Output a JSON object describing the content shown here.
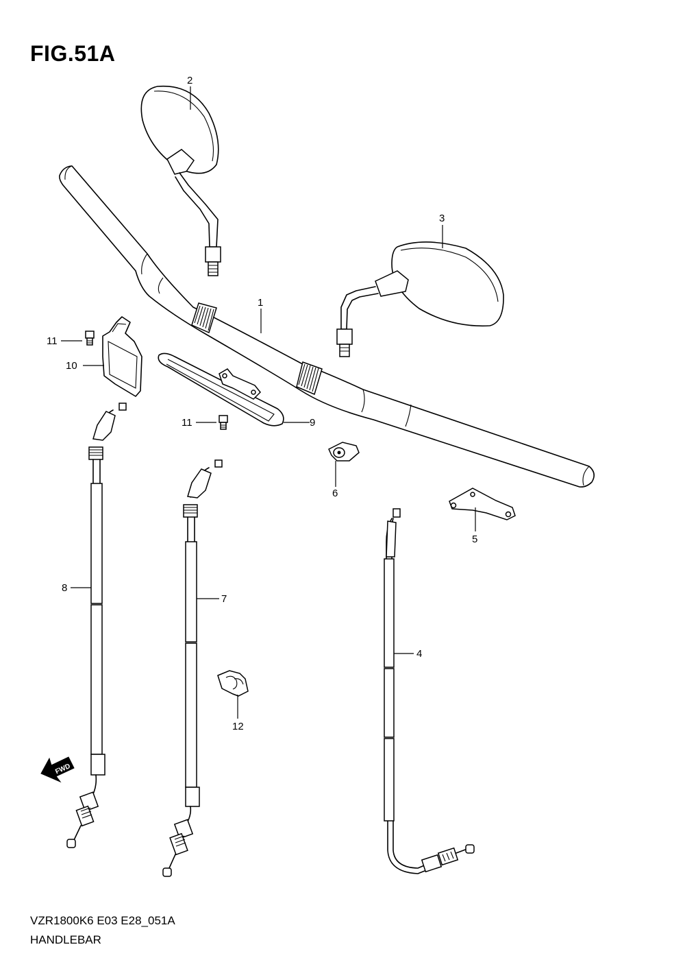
{
  "figure": {
    "title": "FIG.51A",
    "model_code": "VZR1800K6 E03 E28_051A",
    "name": "HANDLEBAR"
  },
  "fwd_label": "FWD",
  "callouts": [
    "1",
    "2",
    "3",
    "4",
    "5",
    "6",
    "7",
    "8",
    "9",
    "10",
    "11",
    "11",
    "12"
  ],
  "line_color": "#000000",
  "background": "#ffffff"
}
